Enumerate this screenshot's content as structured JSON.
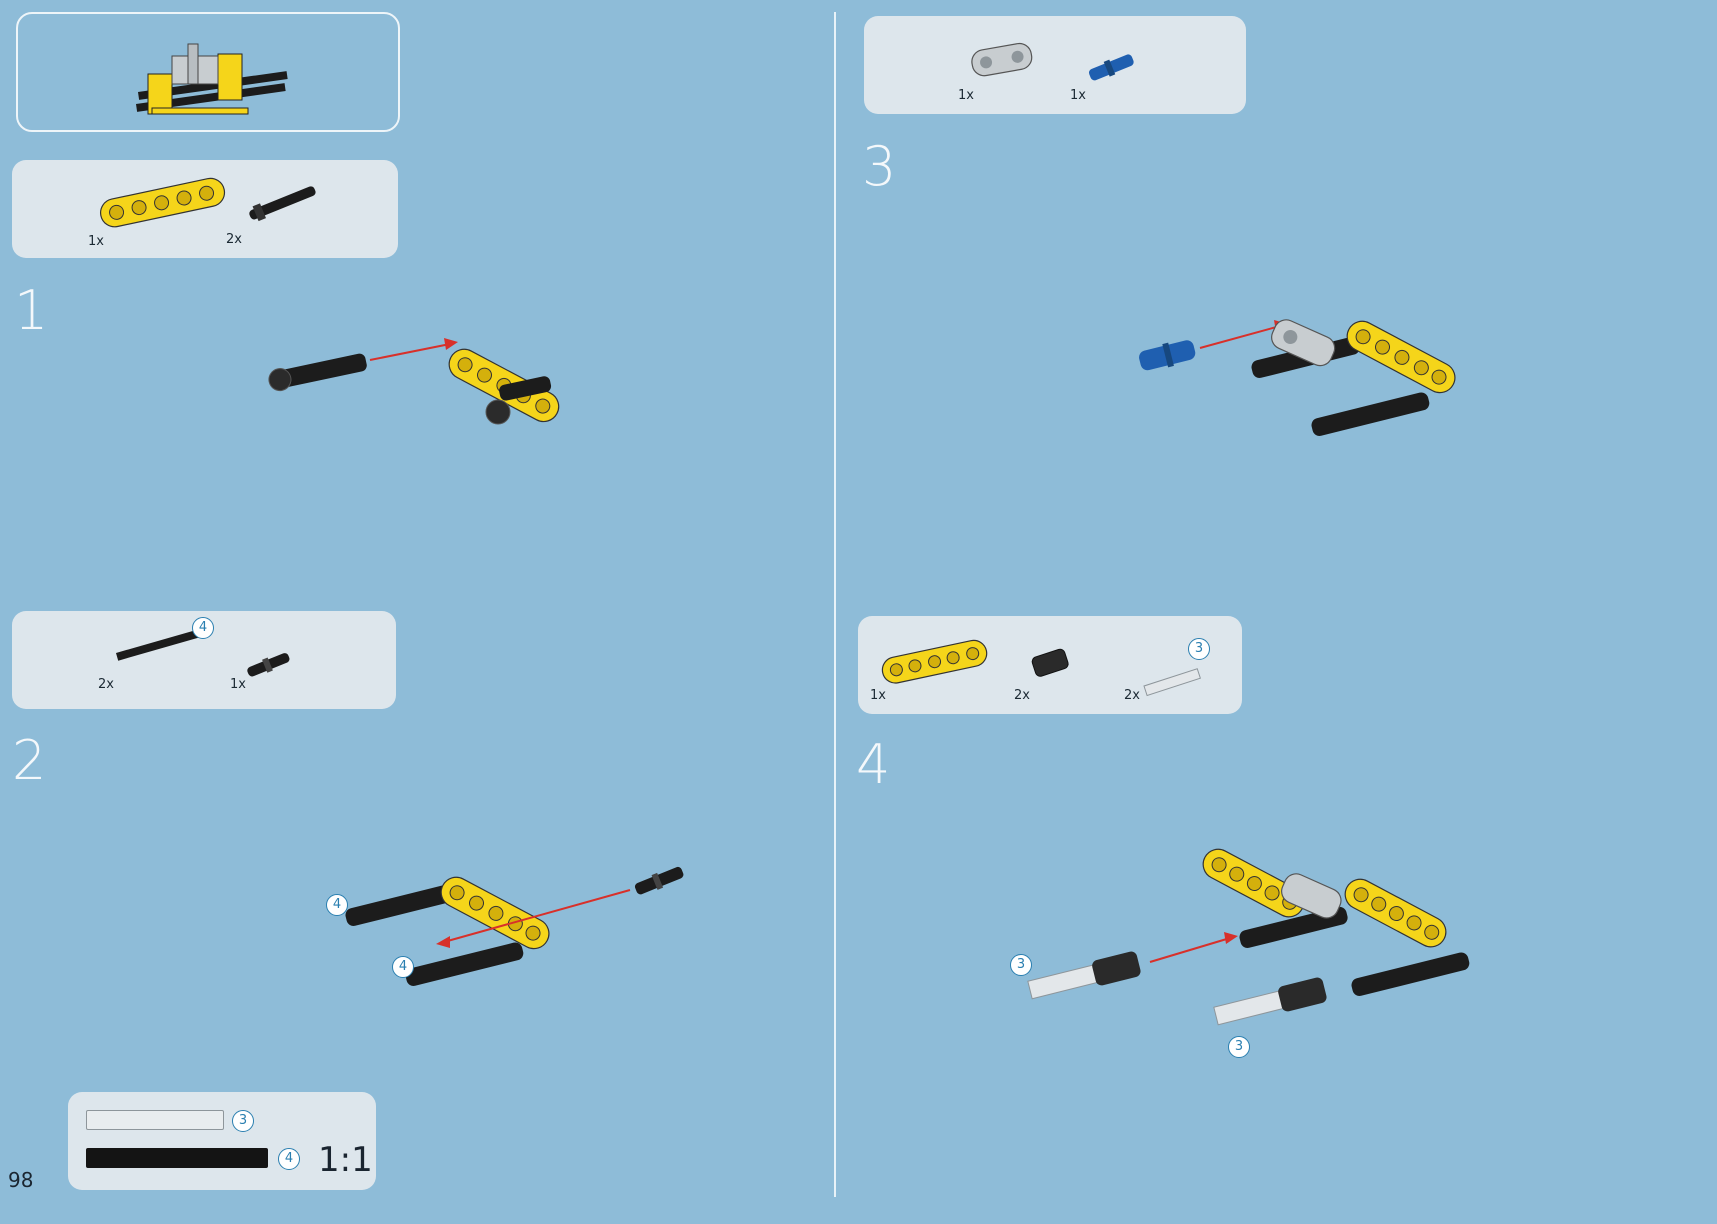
{
  "page_number": "98",
  "steps": [
    {
      "number": "1",
      "parts": [
        {
          "qty": "1x",
          "name": "yellow-5-beam"
        },
        {
          "qty": "2x",
          "name": "black-pin-with-stop"
        }
      ]
    },
    {
      "number": "2",
      "parts": [
        {
          "qty": "2x",
          "name": "black-axle-4",
          "length": "4"
        },
        {
          "qty": "1x",
          "name": "black-pin"
        }
      ],
      "callouts": [
        "4",
        "4"
      ]
    },
    {
      "number": "3",
      "parts": [
        {
          "qty": "1x",
          "name": "grey-cross-block"
        },
        {
          "qty": "1x",
          "name": "blue-axle-pin"
        }
      ]
    },
    {
      "number": "4",
      "parts": [
        {
          "qty": "1x",
          "name": "yellow-5-beam"
        },
        {
          "qty": "2x",
          "name": "black-bush"
        },
        {
          "qty": "2x",
          "name": "grey-axle-3",
          "length": "3"
        }
      ],
      "callouts": [
        "3",
        "3"
      ]
    }
  ],
  "scale_ruler": {
    "grey_axle_length": "3",
    "black_axle_length": "4",
    "label": "1:1"
  },
  "colors": {
    "background": "#8ebcd8",
    "panel": "#dde6ec",
    "yellow": "#f5d51a",
    "black": "#1c1c1c",
    "grey": "#c8cdd0",
    "blue": "#1f5fb0",
    "arrow": "#d8302a"
  }
}
